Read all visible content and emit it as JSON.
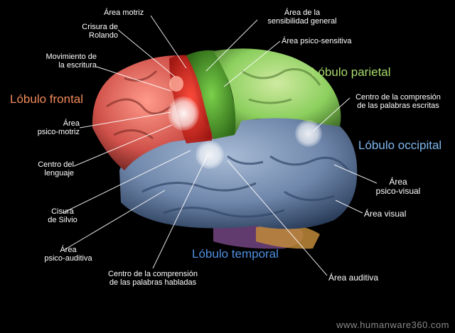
{
  "lobes": {
    "frontal": {
      "text": "Lóbulo frontal",
      "color": "#f08a5a"
    },
    "parietal": {
      "text": "Lóbulo parietal",
      "color": "#a6d96a"
    },
    "occipital": {
      "text": "Lóbulo occipital",
      "color": "#7fb6ee"
    },
    "temporal": {
      "text": "Lóbulo temporal",
      "color": "#4f8fe0"
    }
  },
  "labels": {
    "area_motriz": "Área motriz",
    "cisura_rolando_1": "Crisura de",
    "cisura_rolando_2": "Rolando",
    "sensibilidad_1": "Área de la",
    "sensibilidad_2": "sensibilidad general",
    "psico_sensitiva": "Área psico-sensitiva",
    "movimiento_1": "Movimiento de",
    "movimiento_2": "la escritura",
    "psico_motriz_1": "Área",
    "psico_motriz_2": "psico-motriz",
    "lenguaje_1": "Centro del",
    "lenguaje_2": "lenguaje",
    "silvio_1": "Cisura",
    "silvio_2": "de Silvio",
    "psico_auditiva_1": "Área",
    "psico_auditiva_2": "psico-auditiva",
    "habladas_1": "Centro de la comprensión",
    "habladas_2": "de las palabras habladas",
    "escritas_1": "Centro de la compresión",
    "escritas_2": "de las palabras escritas",
    "psico_visual_1": "Área",
    "psico_visual_2": "psico-visual",
    "area_visual": "Área visual",
    "area_auditiva": "Área auditiva"
  },
  "watermark": "www.humanware360.com"
}
